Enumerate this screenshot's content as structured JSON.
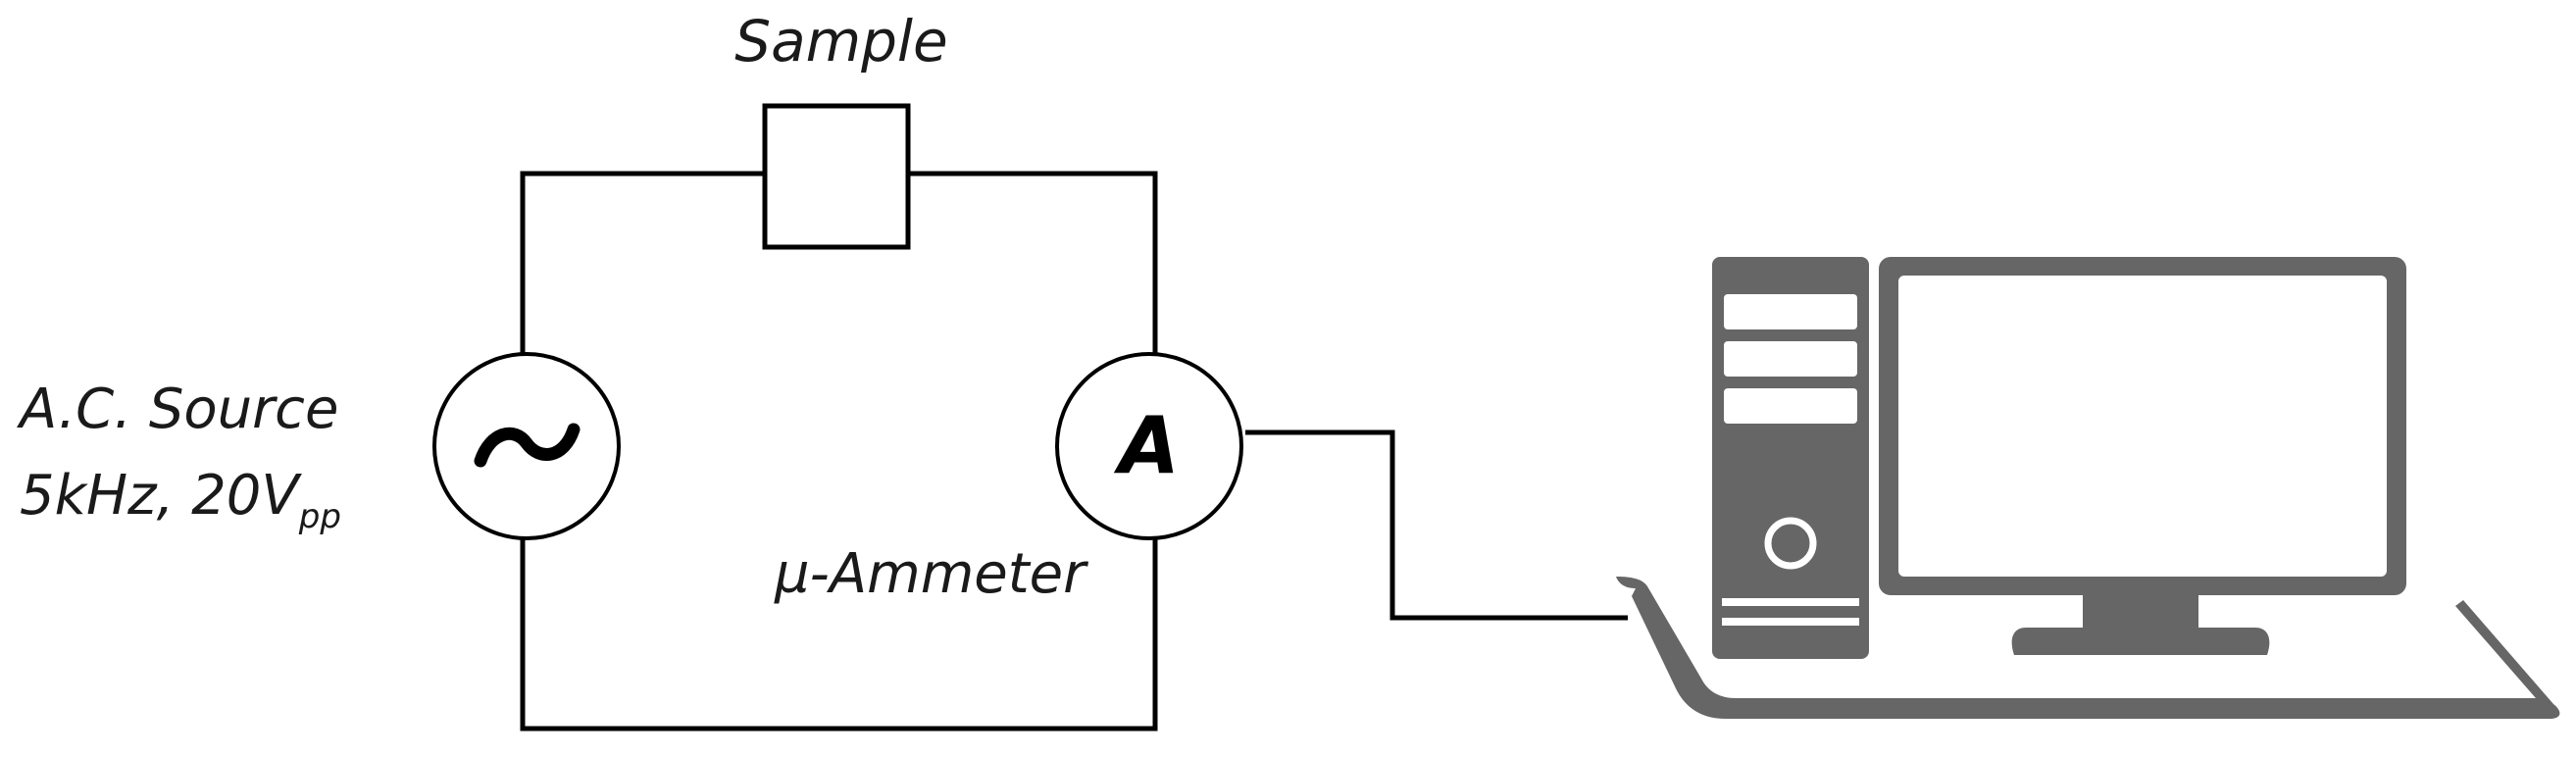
{
  "sample": {
    "label": "Sample"
  },
  "source": {
    "line1": "A.C. Source",
    "line2_main": "5kHz, 20V",
    "line2_sub": "pp",
    "symbol": "~"
  },
  "ammeter": {
    "symbol": "A",
    "label": "µ-Ammeter"
  },
  "icons": {
    "computer": "desktop-computer-icon"
  }
}
